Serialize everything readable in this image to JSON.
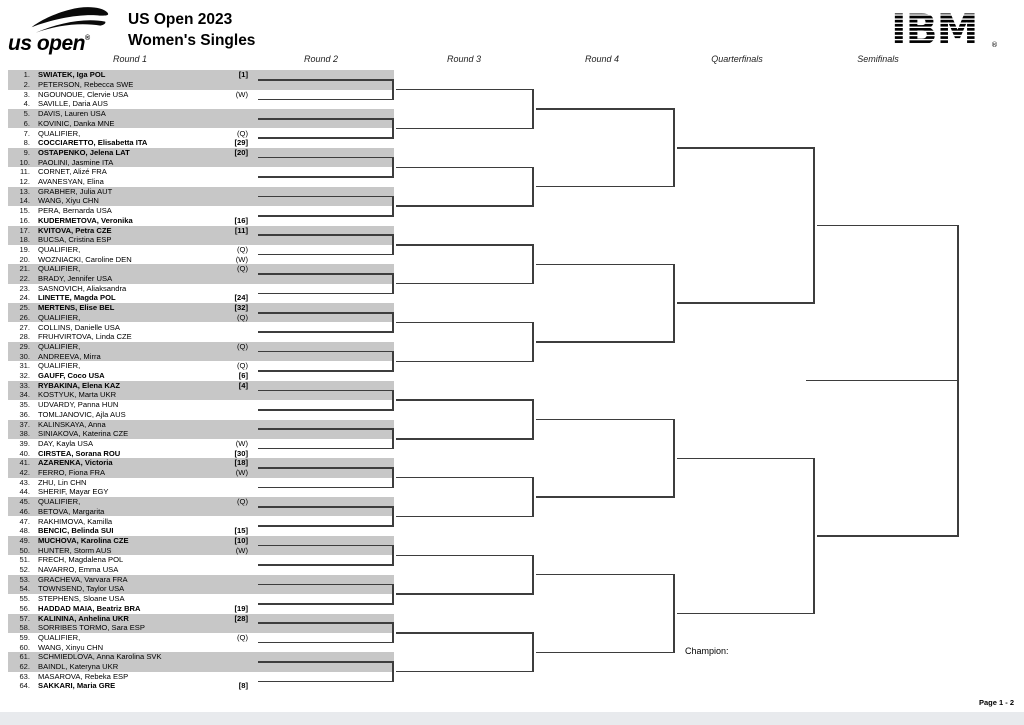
{
  "header": {
    "logo_text": "us open",
    "logo_reg": "®",
    "title_line1": "US Open 2023",
    "title_line2": "Women's Singles",
    "ibm_text": "IBM",
    "ibm_reg": "®"
  },
  "round_headers": [
    {
      "label": "Round 1"
    },
    {
      "label": "Round 2"
    },
    {
      "label": "Round 3"
    },
    {
      "label": "Round 4"
    },
    {
      "label": "Quarterfinals"
    },
    {
      "label": "Semifinals"
    }
  ],
  "players": [
    {
      "num": "1.",
      "name": "SWIATEK, Iga POL",
      "tag": "[1]",
      "bold": true
    },
    {
      "num": "2.",
      "name": "PETERSON, Rebecca SWE",
      "tag": "",
      "bold": false
    },
    {
      "num": "3.",
      "name": "NGOUNOUE, Clervie USA",
      "tag": "(W)",
      "bold": false
    },
    {
      "num": "4.",
      "name": "SAVILLE, Daria AUS",
      "tag": "",
      "bold": false
    },
    {
      "num": "5.",
      "name": "DAVIS, Lauren USA",
      "tag": "",
      "bold": false
    },
    {
      "num": "6.",
      "name": "KOVINIC, Danka MNE",
      "tag": "",
      "bold": false
    },
    {
      "num": "7.",
      "name": "QUALIFIER,",
      "tag": "(Q)",
      "bold": false
    },
    {
      "num": "8.",
      "name": "COCCIARETTO, Elisabetta ITA",
      "tag": "[29]",
      "bold": true
    },
    {
      "num": "9.",
      "name": "OSTAPENKO, Jelena LAT",
      "tag": "[20]",
      "bold": true
    },
    {
      "num": "10.",
      "name": "PAOLINI, Jasmine ITA",
      "tag": "",
      "bold": false
    },
    {
      "num": "11.",
      "name": "CORNET, Alizé FRA",
      "tag": "",
      "bold": false
    },
    {
      "num": "12.",
      "name": "AVANESYAN, Elina",
      "tag": "",
      "bold": false
    },
    {
      "num": "13.",
      "name": "GRABHER, Julia AUT",
      "tag": "",
      "bold": false
    },
    {
      "num": "14.",
      "name": "WANG, Xiyu CHN",
      "tag": "",
      "bold": false
    },
    {
      "num": "15.",
      "name": "PERA, Bernarda USA",
      "tag": "",
      "bold": false
    },
    {
      "num": "16.",
      "name": "KUDERMETOVA, Veronika",
      "tag": "[16]",
      "bold": true
    },
    {
      "num": "17.",
      "name": "KVITOVA, Petra CZE",
      "tag": "[11]",
      "bold": true
    },
    {
      "num": "18.",
      "name": "BUCSA, Cristina ESP",
      "tag": "",
      "bold": false
    },
    {
      "num": "19.",
      "name": "QUALIFIER,",
      "tag": "(Q)",
      "bold": false
    },
    {
      "num": "20.",
      "name": "WOZNIACKI, Caroline DEN",
      "tag": "(W)",
      "bold": false
    },
    {
      "num": "21.",
      "name": "QUALIFIER,",
      "tag": "(Q)",
      "bold": false
    },
    {
      "num": "22.",
      "name": "BRADY, Jennifer USA",
      "tag": "",
      "bold": false
    },
    {
      "num": "23.",
      "name": "SASNOVICH, Aliaksandra",
      "tag": "",
      "bold": false
    },
    {
      "num": "24.",
      "name": "LINETTE, Magda POL",
      "tag": "[24]",
      "bold": true
    },
    {
      "num": "25.",
      "name": "MERTENS, Elise BEL",
      "tag": "[32]",
      "bold": true
    },
    {
      "num": "26.",
      "name": "QUALIFIER,",
      "tag": "(Q)",
      "bold": false
    },
    {
      "num": "27.",
      "name": "COLLINS, Danielle USA",
      "tag": "",
      "bold": false
    },
    {
      "num": "28.",
      "name": "FRUHVIRTOVA, Linda CZE",
      "tag": "",
      "bold": false
    },
    {
      "num": "29.",
      "name": "QUALIFIER,",
      "tag": "(Q)",
      "bold": false
    },
    {
      "num": "30.",
      "name": "ANDREEVA, Mirra",
      "tag": "",
      "bold": false
    },
    {
      "num": "31.",
      "name": "QUALIFIER,",
      "tag": "(Q)",
      "bold": false
    },
    {
      "num": "32.",
      "name": "GAUFF, Coco USA",
      "tag": "[6]",
      "bold": true
    },
    {
      "num": "33.",
      "name": "RYBAKINA, Elena KAZ",
      "tag": "[4]",
      "bold": true
    },
    {
      "num": "34.",
      "name": "KOSTYUK, Marta UKR",
      "tag": "",
      "bold": false
    },
    {
      "num": "35.",
      "name": "UDVARDY, Panna HUN",
      "tag": "",
      "bold": false
    },
    {
      "num": "36.",
      "name": "TOMLJANOVIC, Ajla AUS",
      "tag": "",
      "bold": false
    },
    {
      "num": "37.",
      "name": "KALINSKAYA, Anna",
      "tag": "",
      "bold": false
    },
    {
      "num": "38.",
      "name": "SINIAKOVA, Katerina CZE",
      "tag": "",
      "bold": false
    },
    {
      "num": "39.",
      "name": "DAY, Kayla USA",
      "tag": "(W)",
      "bold": false
    },
    {
      "num": "40.",
      "name": "CIRSTEA, Sorana ROU",
      "tag": "[30]",
      "bold": true
    },
    {
      "num": "41.",
      "name": "AZARENKA, Victoria",
      "tag": "[18]",
      "bold": true
    },
    {
      "num": "42.",
      "name": "FERRO, Fiona FRA",
      "tag": "(W)",
      "bold": false
    },
    {
      "num": "43.",
      "name": "ZHU, Lin CHN",
      "tag": "",
      "bold": false
    },
    {
      "num": "44.",
      "name": "SHERIF, Mayar EGY",
      "tag": "",
      "bold": false
    },
    {
      "num": "45.",
      "name": "QUALIFIER,",
      "tag": "(Q)",
      "bold": false
    },
    {
      "num": "46.",
      "name": "BETOVA, Margarita",
      "tag": "",
      "bold": false
    },
    {
      "num": "47.",
      "name": "RAKHIMOVA, Kamilla",
      "tag": "",
      "bold": false
    },
    {
      "num": "48.",
      "name": "BENCIC, Belinda SUI",
      "tag": "[15]",
      "bold": true
    },
    {
      "num": "49.",
      "name": "MUCHOVA, Karolina CZE",
      "tag": "[10]",
      "bold": true
    },
    {
      "num": "50.",
      "name": "HUNTER, Storm AUS",
      "tag": "(W)",
      "bold": false
    },
    {
      "num": "51.",
      "name": "FRECH, Magdalena POL",
      "tag": "",
      "bold": false
    },
    {
      "num": "52.",
      "name": "NAVARRO, Emma USA",
      "tag": "",
      "bold": false
    },
    {
      "num": "53.",
      "name": "GRACHEVA, Varvara FRA",
      "tag": "",
      "bold": false
    },
    {
      "num": "54.",
      "name": "TOWNSEND, Taylor USA",
      "tag": "",
      "bold": false
    },
    {
      "num": "55.",
      "name": "STEPHENS, Sloane USA",
      "tag": "",
      "bold": false
    },
    {
      "num": "56.",
      "name": "HADDAD MAIA, Beatriz BRA",
      "tag": "[19]",
      "bold": true
    },
    {
      "num": "57.",
      "name": "KALININA, Anhelina UKR",
      "tag": "[28]",
      "bold": true
    },
    {
      "num": "58.",
      "name": "SORRIBES TORMO, Sara ESP",
      "tag": "",
      "bold": false
    },
    {
      "num": "59.",
      "name": "QUALIFIER,",
      "tag": "(Q)",
      "bold": false
    },
    {
      "num": "60.",
      "name": "WANG, Xinyu CHN",
      "tag": "",
      "bold": false
    },
    {
      "num": "61.",
      "name": "SCHMIEDLOVA, Anna Karolina SVK",
      "tag": "",
      "bold": false
    },
    {
      "num": "62.",
      "name": "BAINDL, Kateryna UKR",
      "tag": "",
      "bold": false
    },
    {
      "num": "63.",
      "name": "MASAROVA, Rebeka ESP",
      "tag": "",
      "bold": false
    },
    {
      "num": "64.",
      "name": "SAKKARI, Maria GRE",
      "tag": "[8]",
      "bold": true
    }
  ],
  "champion_label": "Champion:",
  "footer": {
    "page_label": "Page 1 - 2"
  },
  "colors": {
    "shading_band": "#c7c7c7",
    "bracket_line": "#3d3d3d",
    "bottom_strip": "#e8eaed",
    "text": "#000000"
  }
}
